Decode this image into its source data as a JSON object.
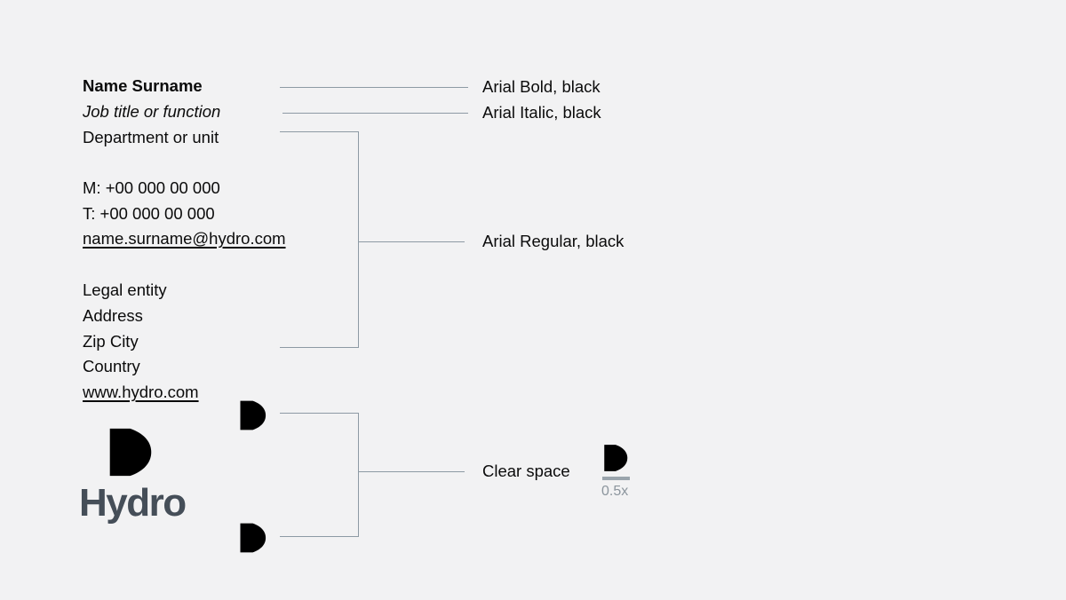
{
  "page": {
    "title": "Hydro email signature guideline",
    "background_color": "#f2f2f3"
  },
  "signature": {
    "name": "Name Surname",
    "job_title": "Job title or function",
    "department": "Department or unit",
    "mobile": "M: +00 000 00 000",
    "phone": "T: +00 000 00 000",
    "email": "name.surname@hydro.com",
    "legal_entity": "Legal entity",
    "address": "Address",
    "zip_city": "Zip City",
    "country": "Country",
    "website": "www.hydro.com",
    "logo_wordmark": "Hydro"
  },
  "annotations": {
    "bold_label": "Arial Bold, black",
    "italic_label": "Arial Italic, black",
    "regular_label": "Arial Regular, black",
    "clear_space_label": "Clear space",
    "clear_space_ratio": "0.5x"
  },
  "icons": {
    "logo": "hydro-crescents-icon",
    "ghost": "hydro-crescents-ghost-icon"
  },
  "colors": {
    "text": "#0b0b0b",
    "logo": "#454e58",
    "connector_line": "#8d9aa4",
    "ghost_icon": "#e0e1e2",
    "ratio_bar": "#9aa4ac",
    "muted_label": "#8c959d"
  }
}
